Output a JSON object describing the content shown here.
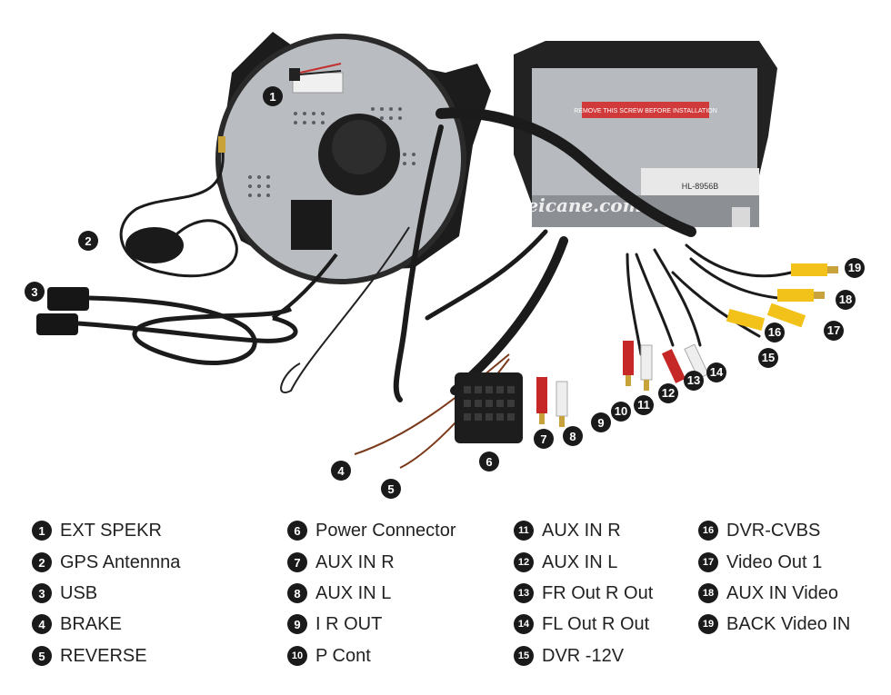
{
  "watermark": "Seicane.com",
  "unit_sticker": "REMOVE THIS SCREW BEFORE INSTALLATION",
  "unit_model": "HL-8956B",
  "legend": [
    {
      "num": "1",
      "label": "EXT SPEKR"
    },
    {
      "num": "2",
      "label": "GPS Antennna"
    },
    {
      "num": "3",
      "label": "USB"
    },
    {
      "num": "4",
      "label": "BRAKE"
    },
    {
      "num": "5",
      "label": "REVERSE"
    },
    {
      "num": "6",
      "label": "Power Connector"
    },
    {
      "num": "7",
      "label": "AUX IN R"
    },
    {
      "num": "8",
      "label": "AUX IN L"
    },
    {
      "num": "9",
      "label": "I R OUT"
    },
    {
      "num": "10",
      "label": "P Cont"
    },
    {
      "num": "11",
      "label": "AUX IN R"
    },
    {
      "num": "12",
      "label": "AUX IN L"
    },
    {
      "num": "13",
      "label": "FR Out R Out"
    },
    {
      "num": "14",
      "label": "FL Out R Out"
    },
    {
      "num": "15",
      "label": "DVR -12V"
    },
    {
      "num": "16",
      "label": "DVR-CVBS"
    },
    {
      "num": "17",
      "label": "Video Out 1"
    },
    {
      "num": "18",
      "label": "AUX IN Video"
    },
    {
      "num": "19",
      "label": "BACK Video IN"
    }
  ]
}
